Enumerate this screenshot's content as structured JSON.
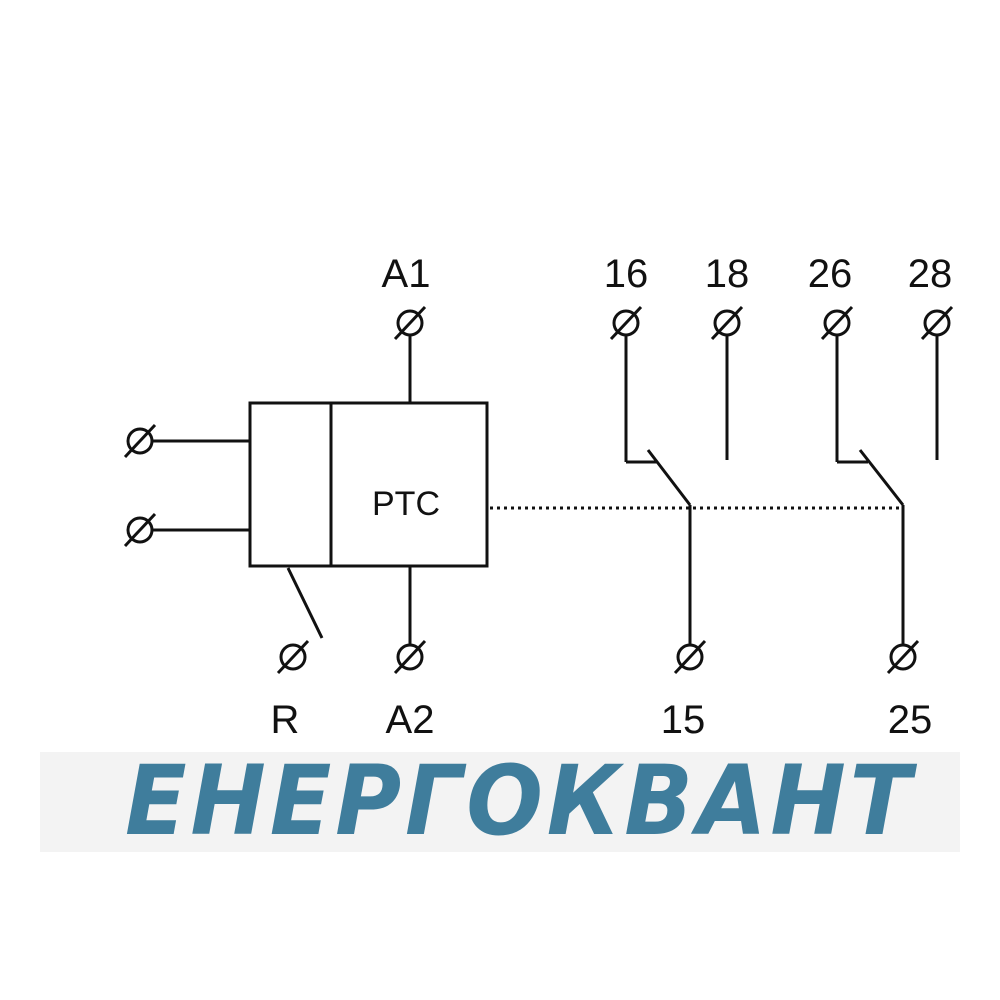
{
  "diagram": {
    "colors": {
      "line": "#111111",
      "logo": "#3f7d9c",
      "logo_band": "#f3f3f3"
    },
    "box_label": "PTC",
    "terminals": {
      "A1": "A1",
      "A2": "A2",
      "R": "R",
      "t16": "16",
      "t18": "18",
      "t26": "26",
      "t28": "28",
      "t15": "15",
      "t25": "25"
    },
    "logo_text": "ЕНЕРГОКВАНТ"
  }
}
